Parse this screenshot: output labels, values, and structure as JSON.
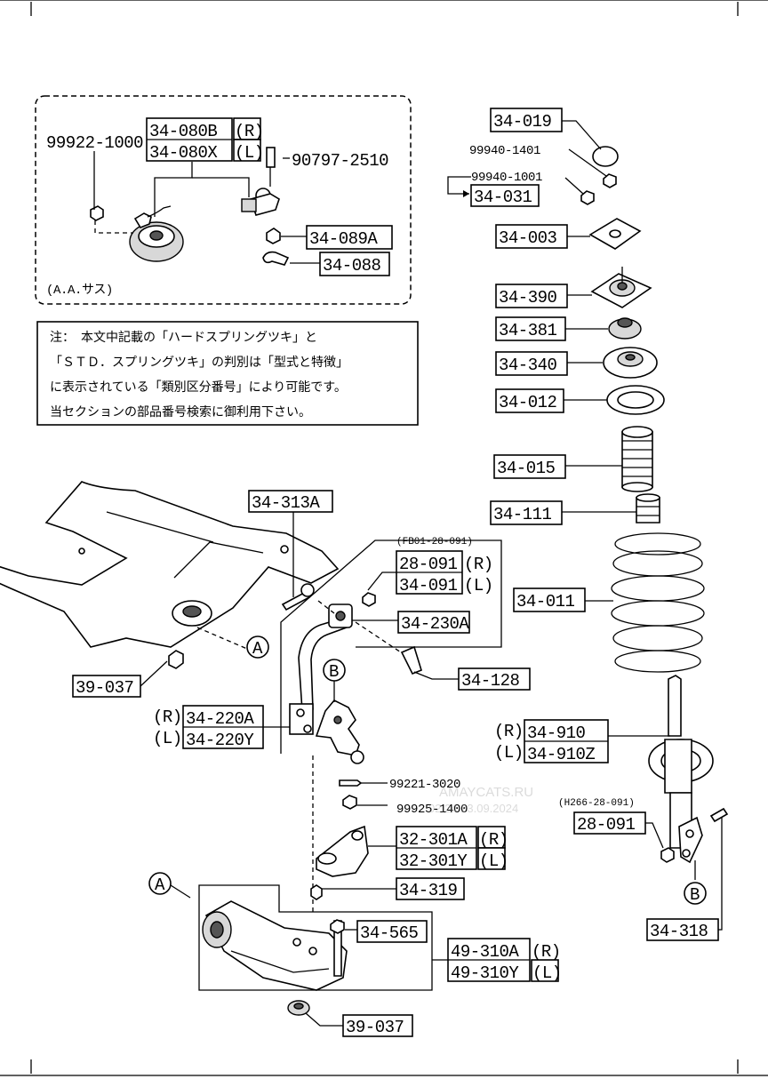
{
  "inset": {
    "nut_label": "99922-1000",
    "mount_r": "34-080B",
    "mount_r_side": "(R)",
    "mount_l": "34-080X",
    "mount_l_side": "(L)",
    "bolt_label": "90797-2510",
    "nut_b": "34-089A",
    "connector": "34-088",
    "caption": "(A.A.サス)"
  },
  "note": {
    "lines": [
      "注：　本文中記載の「ハードスプリングツキ」と",
      "「ＳＴＤ．スプリングツキ」の判別は「型式と特徴」",
      "に表示されている「類別区分番号」により可能です。",
      "当セクションの部品番号検索に御利用下さい。"
    ]
  },
  "strut_stack": {
    "cap": "34-019",
    "nut_a": "99940-1401",
    "nut_b": "99940-1001",
    "nut_b_code": "34-031",
    "gasket": "34-003",
    "mount": "34-390",
    "bearing": "34-381",
    "seat_upper": "34-340",
    "seat_rubber": "34-012",
    "boot": "34-015",
    "bump_stop": "34-111",
    "spring": "34-011"
  },
  "strut": {
    "r_side": "(R)",
    "r_code": "34-910",
    "l_side": "(L)",
    "l_code": "34-910Z",
    "group_note": "(H266-28-091)",
    "bracket": "28-091",
    "bolt": "34-318"
  },
  "stabilizer": {
    "bolt": "34-313A",
    "group_note": "(FB01-28-091)",
    "link_r": "28-091",
    "link_r_side": "(R)",
    "link_l": "34-091",
    "link_l_side": "(L)",
    "bushing": "34-230A",
    "bolt_b": "34-128",
    "bushing_a": "39-037"
  },
  "knuckle": {
    "r_side": "(R)",
    "r_code": "34-220A",
    "l_side": "(L)",
    "l_code": "34-220Y",
    "cotter_pin": "99221-3020",
    "nut": "99925-1400",
    "arm_r": "32-301A",
    "arm_r_side": "(R)",
    "arm_l": "32-301Y",
    "arm_l_side": "(L)",
    "bolt": "34-319"
  },
  "lower_arm": {
    "nut": "34-565",
    "arm_r": "49-310A",
    "arm_r_side": "(R)",
    "arm_l": "49-310Y",
    "arm_l_side": "(L)",
    "bushing": "39-037"
  },
  "markers": {
    "a": "A",
    "b": "B"
  },
  "watermark": {
    "site": "AMAYCATS.RU",
    "date": "02.24 23.09.2024"
  }
}
